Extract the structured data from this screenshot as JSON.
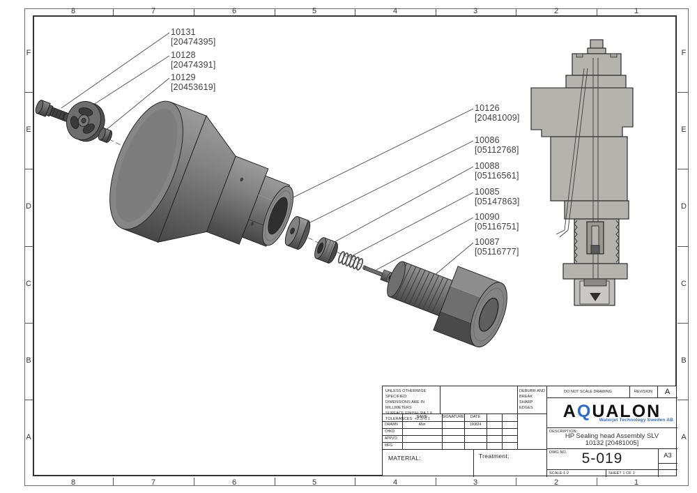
{
  "sheet": {
    "zone_columns": [
      "8",
      "7",
      "6",
      "5",
      "4",
      "3",
      "2",
      "1"
    ],
    "zone_rows": [
      "F",
      "E",
      "D",
      "C",
      "B",
      "A"
    ]
  },
  "exploded_view": {
    "labels_top": [
      {
        "part": "10131",
        "ref": "[20474395]"
      },
      {
        "part": "10128",
        "ref": "[20474391]"
      },
      {
        "part": "10129",
        "ref": "[20453619]"
      }
    ],
    "labels_right": [
      {
        "part": "10126",
        "ref": "[20481009]"
      },
      {
        "part": "10086",
        "ref": "[05112768]"
      },
      {
        "part": "10088",
        "ref": "[05116561]"
      },
      {
        "part": "10085",
        "ref": "[05147863]"
      },
      {
        "part": "10090",
        "ref": "[05116751]"
      },
      {
        "part": "10087",
        "ref": "[05116777]"
      }
    ]
  },
  "title_block": {
    "tolerance_notes": [
      "UNLESS OTHERWISE SPECIFIED:",
      "DIMENSIONS ARE IN MILLIMETERS",
      "SURFACE FINISH: RA 1.6",
      "TOLERANCES: +0.1/-0.1"
    ],
    "deburr_note": [
      "DEBURR AND",
      "BREAK SHARP",
      "EDGES"
    ],
    "sign_table": {
      "headers": [
        "NAME",
        "SIGNATURE",
        "DATE"
      ],
      "rows": [
        {
          "label": "DRAWN",
          "name": "ANn",
          "signature": "",
          "date": "190824"
        },
        {
          "label": "CHKD",
          "name": "",
          "signature": "",
          "date": ""
        },
        {
          "label": "APPV'D",
          "name": "",
          "signature": "",
          "date": ""
        },
        {
          "label": "MFG",
          "name": "",
          "signature": "",
          "date": ""
        }
      ]
    },
    "material_label": "MATERIAL:",
    "treatment_label": "Treatment:",
    "do_not_scale": "DO NOT SCALE DRAWING",
    "revision_label": "REVISION",
    "revision": "A",
    "logo": {
      "name_prefix": "A",
      "name_q": "Q",
      "name_suffix": "UALON",
      "tagline": "Waterjet Technology Sweden AB",
      "accent_color": "#2e6bc6"
    },
    "description_label": "DESCRIPTION:",
    "description_line1": "HP Sealing head Assembly SLV",
    "description_line2": "10132 [20481005]",
    "dwg_no_label": "DWG NO.",
    "dwg_no": "5-019",
    "paper_size": "A3",
    "scale": "SCALE:1:2",
    "sheet_label": "SHEET 1 OF 1"
  }
}
